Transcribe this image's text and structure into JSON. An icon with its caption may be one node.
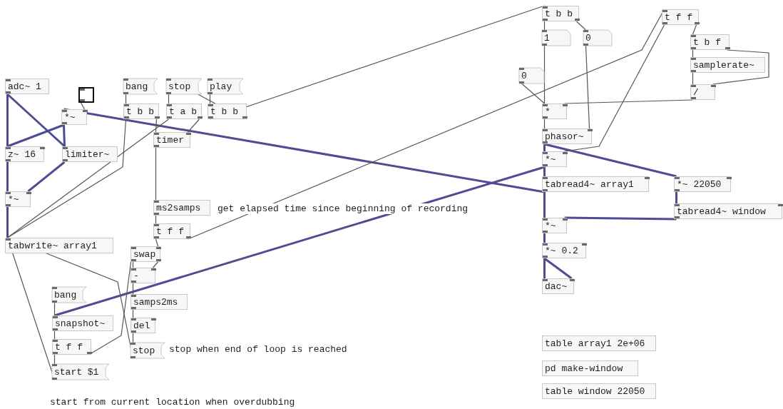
{
  "diagram": {
    "nodes": [
      {
        "text": [
          "adc~ 1"
        ]
      },
      {
        "text": [],
        "shape": "box"
      },
      {
        "text": [
          "*~"
        ]
      },
      {
        "text": [
          "z~ 16"
        ]
      },
      {
        "text": [
          "limiter~"
        ]
      },
      {
        "text": [
          "*~"
        ]
      },
      {
        "text": [
          "tabwrite~ array1"
        ]
      },
      {
        "text": [
          "bang"
        ]
      },
      {
        "text": [
          "stop"
        ]
      },
      {
        "text": [
          "play"
        ]
      },
      {
        "text": [
          "t b b"
        ]
      },
      {
        "text": [
          "t a b"
        ]
      },
      {
        "text": [
          "t b b"
        ]
      },
      {
        "text": [
          "timer"
        ]
      },
      {
        "text": [
          "ms2samps"
        ]
      },
      {
        "text": [
          "t f f"
        ]
      },
      {
        "text": [
          "swap"
        ]
      },
      {
        "text": [
          "-"
        ]
      },
      {
        "text": [
          "samps2ms"
        ]
      },
      {
        "text": [
          "del"
        ]
      },
      {
        "text": [
          "stop"
        ]
      },
      {
        "text": [
          "bang"
        ]
      },
      {
        "text": [
          "snapshot~"
        ]
      },
      {
        "text": [
          "t f f"
        ]
      },
      {
        "text": [
          "start $1"
        ]
      },
      {
        "text": [
          "t b b"
        ]
      },
      {
        "text": [
          "1"
        ]
      },
      {
        "text": [
          "0"
        ]
      },
      {
        "text": [
          "0"
        ]
      },
      {
        "text": [
          "*"
        ]
      },
      {
        "text": [
          "t f f"
        ]
      },
      {
        "text": [
          "t b f"
        ]
      },
      {
        "text": [
          "samplerate~"
        ]
      },
      {
        "text": [
          "/"
        ]
      },
      {
        "text": [
          "phasor~"
        ]
      },
      {
        "text": [
          "*~"
        ]
      },
      {
        "text": [
          "tabread4~ array1"
        ]
      },
      {
        "text": [
          "*~ 22050"
        ]
      },
      {
        "text": [
          "tabread4~ window"
        ]
      },
      {
        "text": [
          "*~"
        ]
      },
      {
        "text": [
          "*~ 0.2"
        ]
      },
      {
        "text": [
          "dac~"
        ]
      },
      {
        "text": [
          "table array1 2e+06"
        ]
      },
      {
        "text": [
          "pd make-window"
        ]
      },
      {
        "text": [
          "table window 22050"
        ]
      }
    ],
    "edges": [
      {
        "from": 0,
        "to": 3,
        "arrow": "none",
        "style": "thick",
        "color": "#4d4d93"
      },
      {
        "from": 0,
        "to": 4,
        "arrow": "none",
        "style": "thick",
        "color": "#4d4d93"
      },
      {
        "from": 2,
        "to": 3,
        "arrow": "none",
        "style": "thick",
        "color": "#4d4d93"
      },
      {
        "from": 2,
        "to": 4,
        "arrow": "none",
        "style": "thick",
        "color": "#4d4d93"
      },
      {
        "from": 3,
        "to": 5,
        "arrow": "none",
        "style": "thick",
        "color": "#4d4d93"
      },
      {
        "from": 4,
        "to": 5,
        "arrow": "none",
        "style": "thick",
        "color": "#4d4d93"
      },
      {
        "from": 5,
        "to": 6,
        "arrow": "none",
        "style": "thick",
        "color": "#4d4d93"
      },
      {
        "from": 36,
        "to": 2,
        "arrow": "none",
        "style": "thick",
        "color": "#4d4d93"
      },
      {
        "from": 35,
        "to": 22,
        "arrow": "none",
        "style": "thick",
        "color": "#4d4d93"
      },
      {
        "from": 34,
        "to": 35,
        "arrow": "none",
        "style": "thick",
        "color": "#4d4d93"
      },
      {
        "from": 34,
        "to": 37,
        "arrow": "none",
        "style": "thick",
        "color": "#4d4d93"
      },
      {
        "from": 35,
        "to": 36,
        "arrow": "none",
        "style": "thick",
        "color": "#4d4d93"
      },
      {
        "from": 37,
        "to": 38,
        "arrow": "none",
        "style": "thick",
        "color": "#4d4d93"
      },
      {
        "from": 36,
        "to": 39,
        "arrow": "none",
        "style": "thick",
        "color": "#4d4d93"
      },
      {
        "from": 38,
        "to": 39,
        "arrow": "none",
        "style": "thick",
        "color": "#4d4d93"
      },
      {
        "from": 39,
        "to": 40,
        "arrow": "none",
        "style": "thick",
        "color": "#4d4d93"
      },
      {
        "from": 40,
        "to": 41,
        "arrow": "none",
        "style": "thick",
        "color": "#4d4d93"
      },
      {
        "from": 40,
        "to": 41,
        "arrow": "none",
        "style": "thick",
        "color": "#4d4d93"
      },
      {
        "from": 1,
        "to": 2,
        "arrow": "none"
      },
      {
        "from": 7,
        "to": 10,
        "arrow": "none"
      },
      {
        "from": 8,
        "to": 11,
        "arrow": "none"
      },
      {
        "from": 9,
        "to": 12,
        "arrow": "none"
      },
      {
        "from": 10,
        "to": 6,
        "arrow": "none"
      },
      {
        "from": 10,
        "to": 13,
        "arrow": "none"
      },
      {
        "from": 11,
        "to": 6,
        "arrow": "none"
      },
      {
        "from": 11,
        "to": 13,
        "arrow": "none"
      },
      {
        "from": 12,
        "to": 8,
        "arrow": "none"
      },
      {
        "from": 12,
        "to": 25,
        "arrow": "none"
      },
      {
        "from": 13,
        "to": 14,
        "arrow": "none"
      },
      {
        "from": 14,
        "to": 15,
        "arrow": "none"
      },
      {
        "from": 15,
        "to": 16,
        "arrow": "none"
      },
      {
        "from": 15,
        "to": 30,
        "arrow": "none"
      },
      {
        "from": 16,
        "to": 17,
        "arrow": "none"
      },
      {
        "from": 16,
        "to": 17,
        "arrow": "none"
      },
      {
        "from": 17,
        "to": 18,
        "arrow": "none"
      },
      {
        "from": 18,
        "to": 19,
        "arrow": "none"
      },
      {
        "from": 19,
        "to": 20,
        "arrow": "none"
      },
      {
        "from": 20,
        "to": 6,
        "arrow": "none"
      },
      {
        "from": 21,
        "to": 22,
        "arrow": "none"
      },
      {
        "from": 22,
        "to": 23,
        "arrow": "none"
      },
      {
        "from": 23,
        "to": 24,
        "arrow": "none"
      },
      {
        "from": 23,
        "to": 16,
        "arrow": "none"
      },
      {
        "from": 24,
        "to": 6,
        "arrow": "none"
      },
      {
        "from": 25,
        "to": 26,
        "arrow": "none"
      },
      {
        "from": 25,
        "to": 27,
        "arrow": "none"
      },
      {
        "from": 26,
        "to": 29,
        "arrow": "none"
      },
      {
        "from": 27,
        "to": 34,
        "arrow": "none"
      },
      {
        "from": 28,
        "to": 29,
        "arrow": "none"
      },
      {
        "from": 29,
        "to": 34,
        "arrow": "none"
      },
      {
        "from": 30,
        "to": 35,
        "arrow": "none"
      },
      {
        "from": 30,
        "to": 31,
        "arrow": "none"
      },
      {
        "from": 31,
        "to": 32,
        "arrow": "none"
      },
      {
        "from": 31,
        "to": 33,
        "arrow": "none"
      },
      {
        "from": 32,
        "to": 33,
        "arrow": "none"
      },
      {
        "from": 33,
        "to": 29,
        "arrow": "none"
      }
    ],
    "labels": [
      "get elapsed time since beginning of recording",
      "stop when end of loop is reached",
      "start from current location when overdubbing"
    ]
  }
}
